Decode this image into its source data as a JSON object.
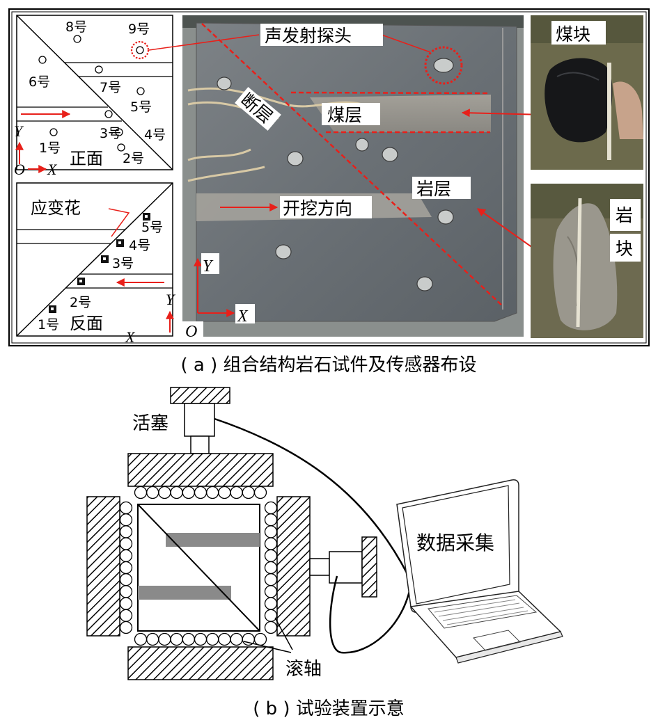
{
  "panel_a": {
    "caption": "( a ) 组合结构岩石试件及传感器布设",
    "front": {
      "label": "正面",
      "points": [
        "1号",
        "2号",
        "3号",
        "4号",
        "5号",
        "6号",
        "7号",
        "8号",
        "9号"
      ],
      "axis_y": "Y",
      "axis_x": "X",
      "origin": "O"
    },
    "back": {
      "label": "反面",
      "strain_rosette": "应变花",
      "points": [
        "1号",
        "2号",
        "3号",
        "4号",
        "5号"
      ],
      "axis_y": "Y",
      "axis_x": "X"
    },
    "photo": {
      "ae_probe": "声发射探头",
      "fault": "断层",
      "coal_seam": "煤层",
      "rock_layer": "岩层",
      "excavation": "开挖方向",
      "axis_y": "Y",
      "axis_x": "X",
      "origin": "O"
    },
    "side": {
      "coal_block": "煤块",
      "rock_block_1": "岩",
      "rock_block_2": "块"
    }
  },
  "panel_b": {
    "caption": "( b ) 试验装置示意",
    "piston": "活塞",
    "data_acq": "数据采集",
    "roller": "滚轴"
  },
  "colors": {
    "red": "#e8201a",
    "rock": "#6e7378",
    "coal_band": "#8a8a8a"
  }
}
